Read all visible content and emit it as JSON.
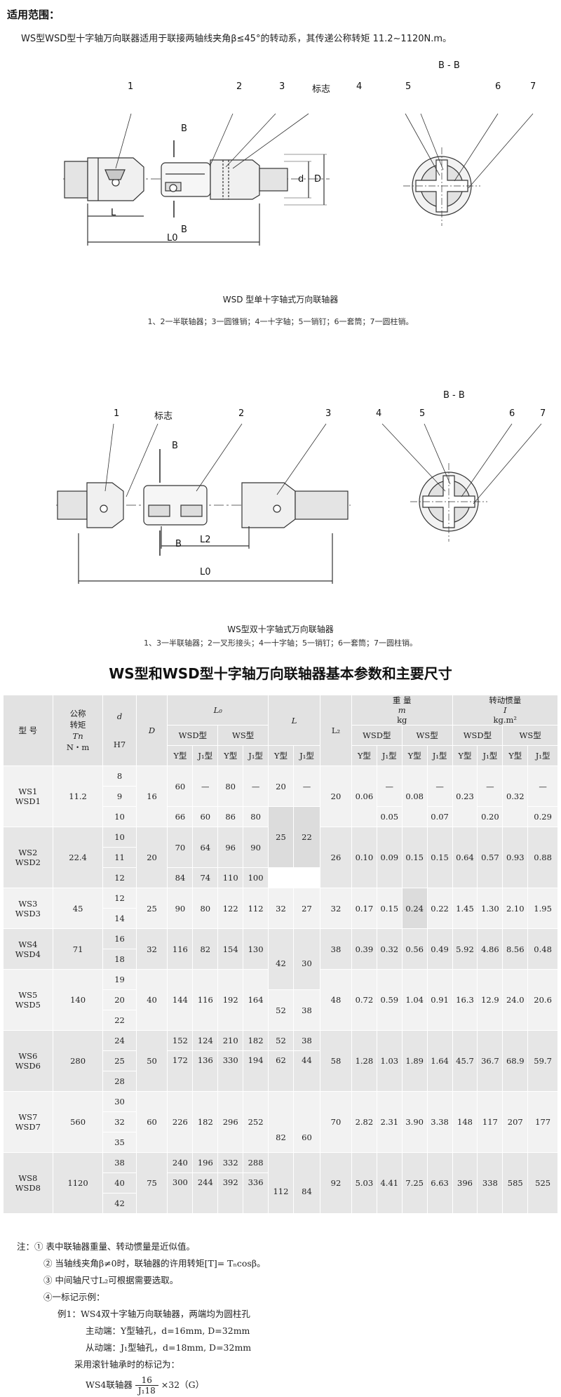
{
  "section_title": "适用范围：",
  "intro": "WS型WSD型十字轴万向联器适用于联接两轴线夹角β≤45°的转动系，其传递公称转矩 11.2~1120N.m。",
  "fig1": {
    "callouts": [
      "1",
      "2",
      "3",
      "标志",
      "4",
      "5",
      "6",
      "7"
    ],
    "section_label": "B - B",
    "dims": {
      "B": "B",
      "L": "L",
      "L0": "L0",
      "d": "d",
      "D": "D"
    },
    "caption": "WSD 型单十字轴式万向联轴器",
    "legend": "1、2一半联轴器；3一圆锥销；4一十字轴；5一销钉；6一套筒；7一圆柱销。"
  },
  "fig2": {
    "callouts": [
      "1",
      "标志",
      "2",
      "3",
      "4",
      "5",
      "6",
      "7"
    ],
    "section_label": "B - B",
    "dims": {
      "B": "B",
      "L2": "L2",
      "L0": "L0"
    },
    "caption": "WS型双十字轴式万向联轴器",
    "legend": "1、3一半联轴器；2一叉形接头；4一十字轴；5一销钉；6一套筒；7一圆柱销。"
  },
  "table_title": "WS型和WSD型十字轴万向联轴器基本参数和主要尺寸",
  "table": {
    "h_model": "型 号",
    "h_torque": [
      "公称",
      "转矩",
      "Tn",
      "N・m"
    ],
    "h_d": "d",
    "h_h7": "H7",
    "h_D": "D",
    "h_L0": "L₀",
    "h_L": "L",
    "h_L2": "L₂",
    "h_mass": [
      "重 量",
      "m",
      "kg"
    ],
    "h_inertia": [
      "转动惯量",
      "I",
      "kg.m²"
    ],
    "h_wsd": "WSD型",
    "h_ws": "WS型",
    "h_y": "Y型",
    "h_j1": "J₁型",
    "groups": [
      {
        "model": [
          "WS1",
          "WSD1"
        ],
        "torque": "11.2",
        "D": "16",
        "L2": "20",
        "mass": [
          "0.06",
          "—",
          "0.08",
          "—"
        ],
        "inertia": [
          "0.23",
          "—",
          "0.32",
          "—"
        ],
        "mass2": [
          "",
          "0.05",
          "",
          "0.07"
        ],
        "inertia2": [
          "",
          "0.20",
          "",
          "0.29"
        ]
      },
      {
        "model": [
          "WS2",
          "WSD2"
        ],
        "torque": "22.4",
        "D": "20",
        "L2": "26",
        "mass": [
          "0.10",
          "0.09",
          "0.15",
          "0.15"
        ],
        "inertia": [
          "0.64",
          "0.57",
          "0.93",
          "0.88"
        ]
      },
      {
        "model": [
          "WS3",
          "WSD3"
        ],
        "torque": "45",
        "D": "25",
        "L2": "32",
        "mass": [
          "0.17",
          "0.15",
          "0.24",
          "0.22"
        ],
        "inertia": [
          "1.45",
          "1.30",
          "2.10",
          "1.95"
        ]
      },
      {
        "model": [
          "WS4",
          "WSD4"
        ],
        "torque": "71",
        "D": "32",
        "L2": "38",
        "mass": [
          "0.39",
          "0.32",
          "0.56",
          "0.49"
        ],
        "inertia": [
          "5.92",
          "4.86",
          "8.56",
          "0.48"
        ]
      },
      {
        "model": [
          "WS5",
          "WSD5"
        ],
        "torque": "140",
        "D": "40",
        "L2": "48",
        "mass": [
          "0.72",
          "0.59",
          "1.04",
          "0.91"
        ],
        "inertia": [
          "16.3",
          "12.9",
          "24.0",
          "20.6"
        ]
      },
      {
        "model": [
          "WS6",
          "WSD6"
        ],
        "torque": "280",
        "D": "50",
        "L2": "58",
        "mass": [
          "1.28",
          "1.03",
          "1.89",
          "1.64"
        ],
        "inertia": [
          "45.7",
          "36.7",
          "68.9",
          "59.7"
        ]
      },
      {
        "model": [
          "WS7",
          "WSD7"
        ],
        "torque": "560",
        "D": "60",
        "L2": "70",
        "mass": [
          "2.82",
          "2.31",
          "3.90",
          "3.38"
        ],
        "inertia": [
          "148",
          "117",
          "207",
          "177"
        ]
      },
      {
        "model": [
          "WS8",
          "WSD8"
        ],
        "torque": "1120",
        "D": "75",
        "L2": "92",
        "mass": [
          "5.03",
          "4.41",
          "7.25",
          "6.63"
        ],
        "inertia": [
          "396",
          "338",
          "585",
          "525"
        ]
      }
    ],
    "d": [
      "8",
      "9",
      "10",
      "10",
      "11",
      "12",
      "12",
      "14",
      "16",
      "18",
      "19",
      "20",
      "22",
      "24",
      "25",
      "28",
      "30",
      "32",
      "35",
      "38",
      "40",
      "42"
    ],
    "l0": [
      [
        "60",
        "—",
        "80",
        "—"
      ],
      [
        "66",
        "60",
        "86",
        "80"
      ],
      [
        "70",
        "64",
        "96",
        "90"
      ],
      [
        "84",
        "74",
        "110",
        "100"
      ],
      [
        "90",
        "80",
        "122",
        "112"
      ],
      [
        "116",
        "82",
        "154",
        "130"
      ],
      [
        "144",
        "116",
        "192",
        "164"
      ],
      [
        "152",
        "124",
        "210",
        "182"
      ],
      [
        "172",
        "136",
        "330",
        "194"
      ],
      [
        "226",
        "182",
        "296",
        "252"
      ],
      [
        "240",
        "196",
        "332",
        "288"
      ],
      [
        "300",
        "244",
        "392",
        "336"
      ]
    ],
    "l": [
      [
        "20",
        "—"
      ],
      [
        "25",
        "22"
      ],
      [
        "32",
        "27"
      ],
      [
        "42",
        "30"
      ],
      [
        "52",
        "38"
      ],
      [
        "52",
        "38"
      ],
      [
        "62",
        "44"
      ],
      [
        "82",
        "60"
      ],
      [
        "112",
        "84"
      ]
    ]
  },
  "notes": {
    "prefix": "注：",
    "n1": "① 表中联轴器重量、转动惯量是近似值。",
    "n2": "② 当轴线夹角β≠0时，联轴器的许用转矩[T]= Tₙcosβ。",
    "n3": "③ 中间轴尺寸L₂可根据需要选取。",
    "n4": "④一标记示例：",
    "ex1": "例1：WS4双十字轴万向联轴器，两端均为圆柱孔",
    "drive": "主动端：Y型轴孔，d=16mm, D=32mm",
    "driven": "从动端：J₁型轴孔，d=18mm, D=32mm",
    "mark_intro": "采用滚针轴承时的标记为：",
    "mark_prefix": "WS4联轴器",
    "mark_num": "16",
    "mark_den": "J₁18",
    "mark_suffix": "×32（G）"
  }
}
